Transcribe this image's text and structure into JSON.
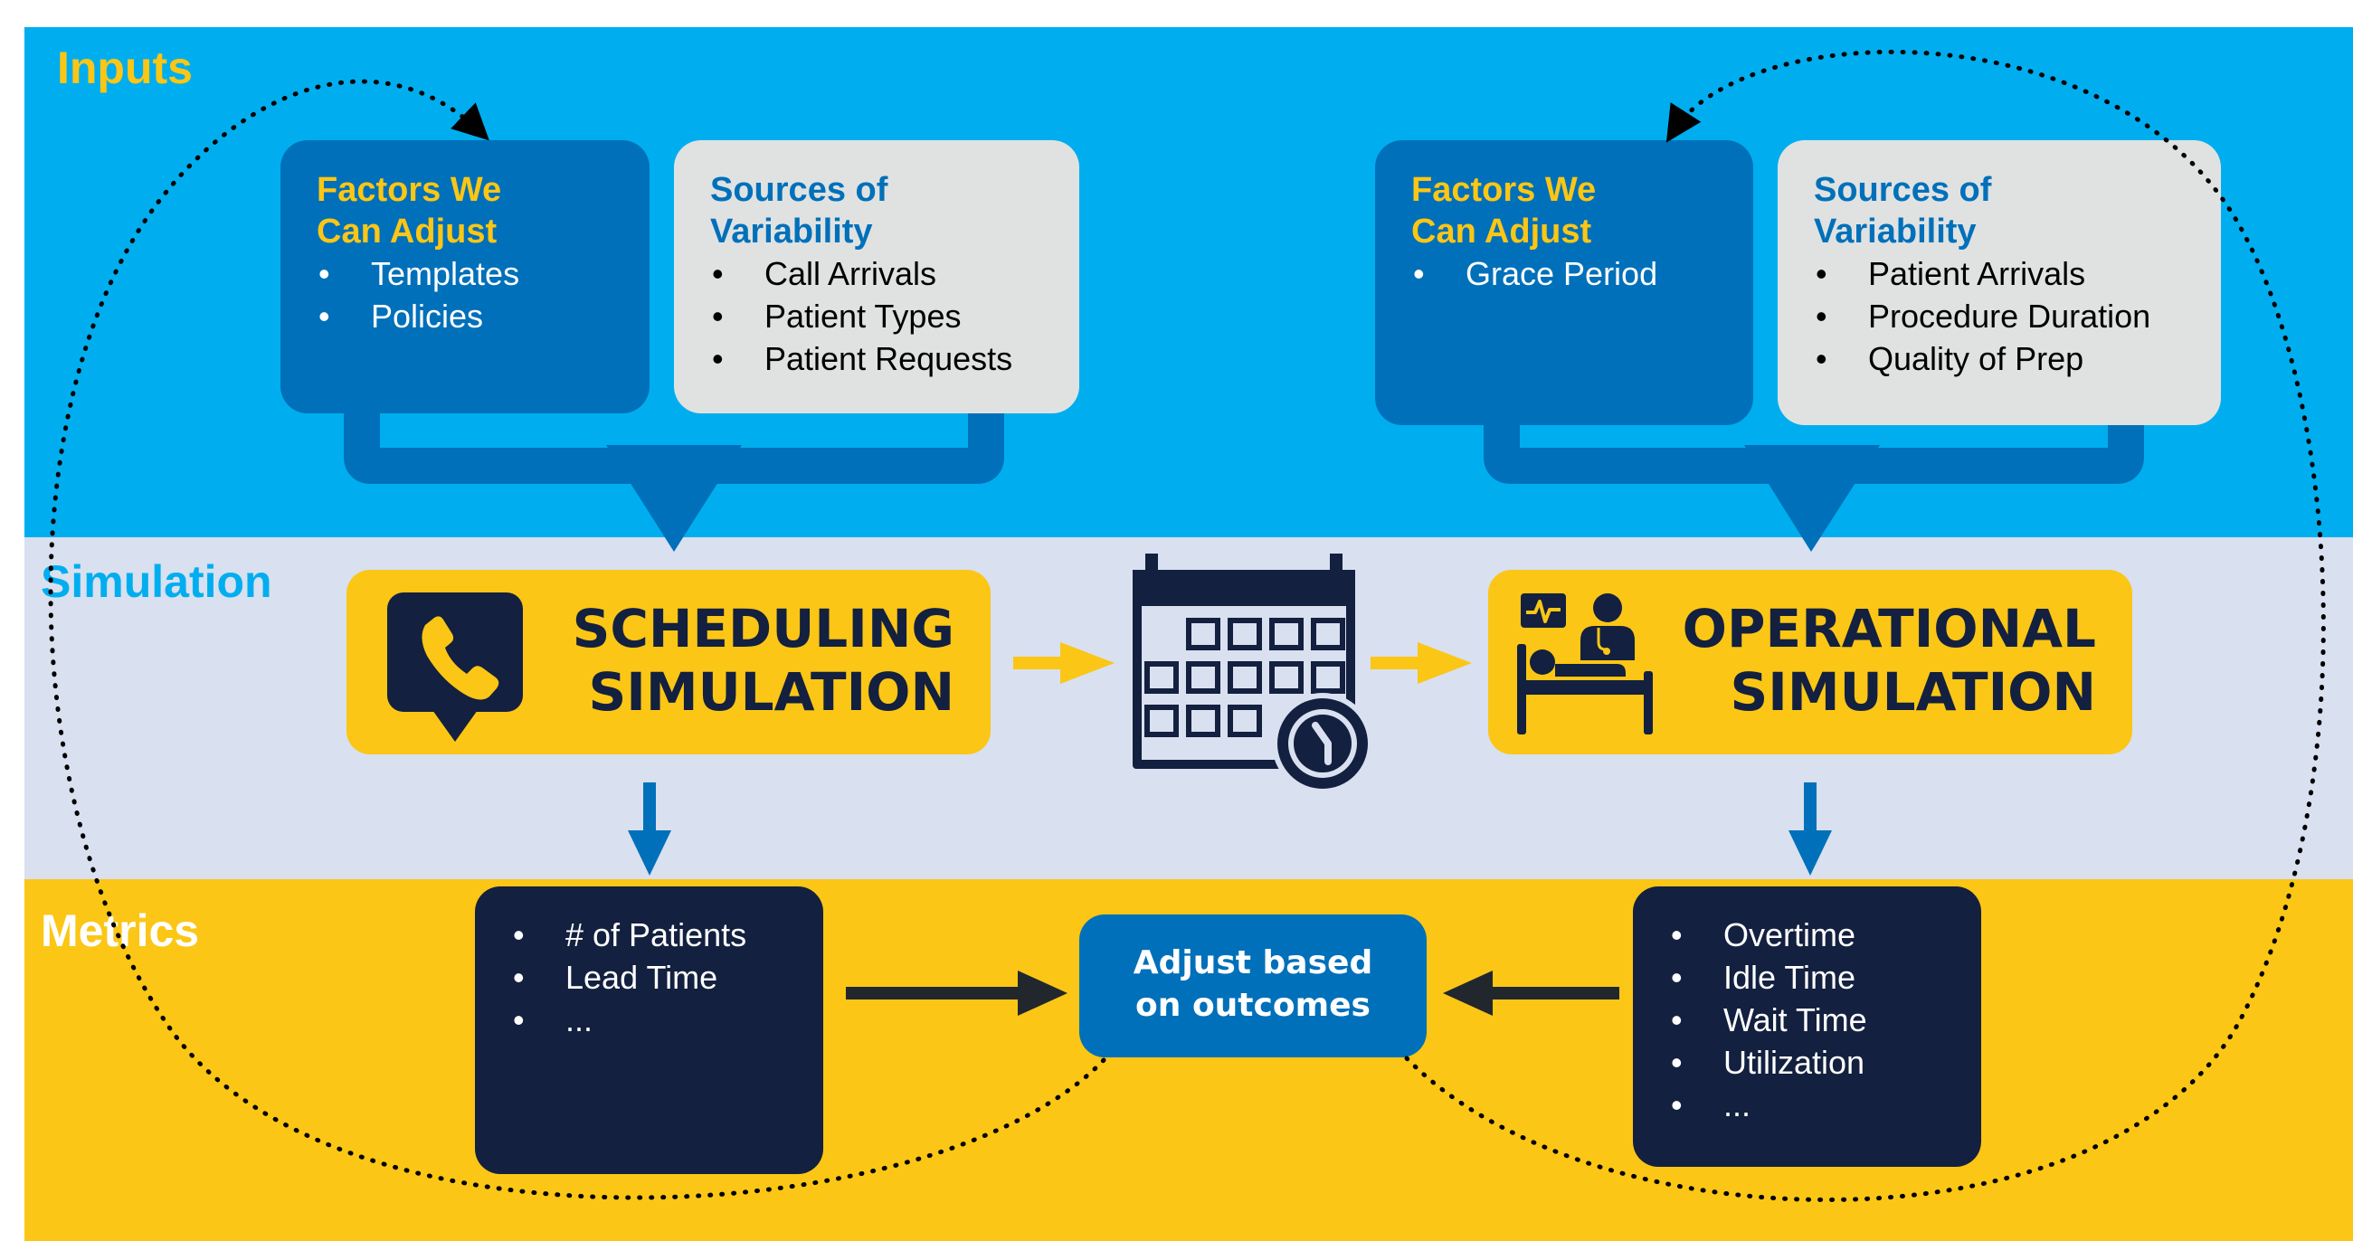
{
  "sections": {
    "inputs": "Inputs",
    "simulation": "Simulation",
    "metrics": "Metrics"
  },
  "left_inputs": {
    "factors": {
      "title_line1": "Factors We",
      "title_line2": "Can Adjust",
      "items": [
        "Templates",
        "Policies"
      ]
    },
    "variability": {
      "title_line1": "Sources of",
      "title_line2": "Variability",
      "items": [
        "Call Arrivals",
        "Patient Types",
        "Patient Requests"
      ]
    }
  },
  "right_inputs": {
    "factors": {
      "title_line1": "Factors We",
      "title_line2": "Can Adjust",
      "items": [
        "Grace Period"
      ]
    },
    "variability": {
      "title_line1": "Sources of",
      "title_line2": "Variability",
      "items": [
        "Patient Arrivals",
        "Procedure Duration",
        "Quality of Prep"
      ]
    }
  },
  "simulations": {
    "scheduling": {
      "line1": "SCHEDULING",
      "line2": "SIMULATION",
      "icon": "phone-speech-bubble-icon"
    },
    "operational": {
      "line1": "OPERATIONAL",
      "line2": "SIMULATION",
      "icon": "doctor-patient-bed-icon"
    },
    "center_icon": "calendar-clock-icon"
  },
  "metrics": {
    "scheduling": [
      "# of Patients",
      "Lead Time",
      "..."
    ],
    "operational": [
      "Overtime",
      "Idle Time",
      "Wait Time",
      "Utilization",
      "..."
    ]
  },
  "adjust": {
    "line1": "Adjust based",
    "line2": "on outcomes"
  },
  "colors": {
    "inputs_band": "#00AEEF",
    "simulation_band": "#D9E0EF",
    "metrics_band": "#FBC615",
    "dark_blue": "#0070BA",
    "navy": "#13203F",
    "yellow": "#FBC615",
    "grey_box": "#E0E2E1"
  }
}
